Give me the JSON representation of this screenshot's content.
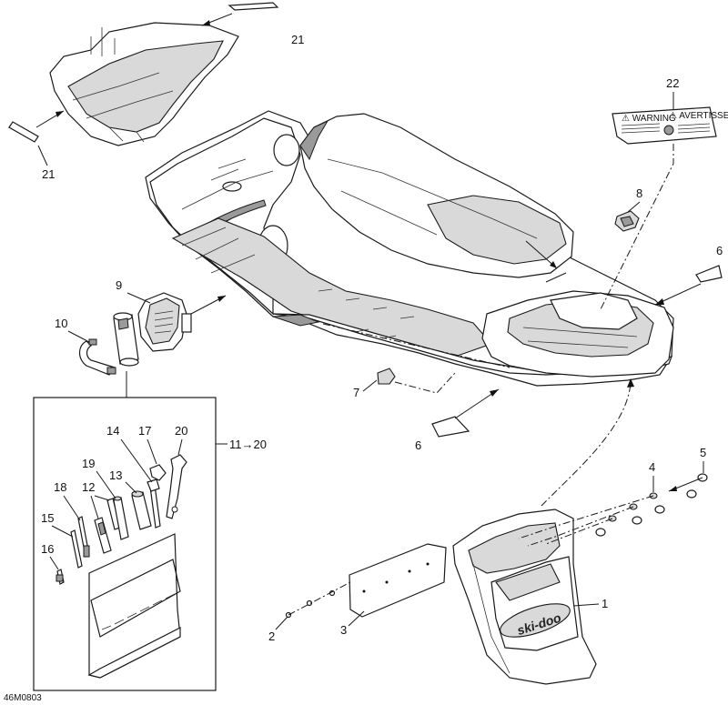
{
  "figure_code": "46M0803",
  "callouts": {
    "c1": "1",
    "c2": "2",
    "c3": "3",
    "c4": "4",
    "c5": "5",
    "c6a": "6",
    "c6b": "6",
    "c7": "7",
    "c8": "8",
    "c9": "9",
    "c10": "10",
    "c11_20": "11→20",
    "c12": "12",
    "c13": "13",
    "c14": "14",
    "c15": "15",
    "c16": "16",
    "c17": "17",
    "c18": "18",
    "c19": "19",
    "c20": "20",
    "c21a": "21",
    "c21b": "21",
    "c22": "22"
  },
  "decal_22": {
    "left_heading": "⚠ WARNING",
    "right_heading": "⚠ AVERTISSEMENT"
  },
  "logo_text": "ski-doo"
}
